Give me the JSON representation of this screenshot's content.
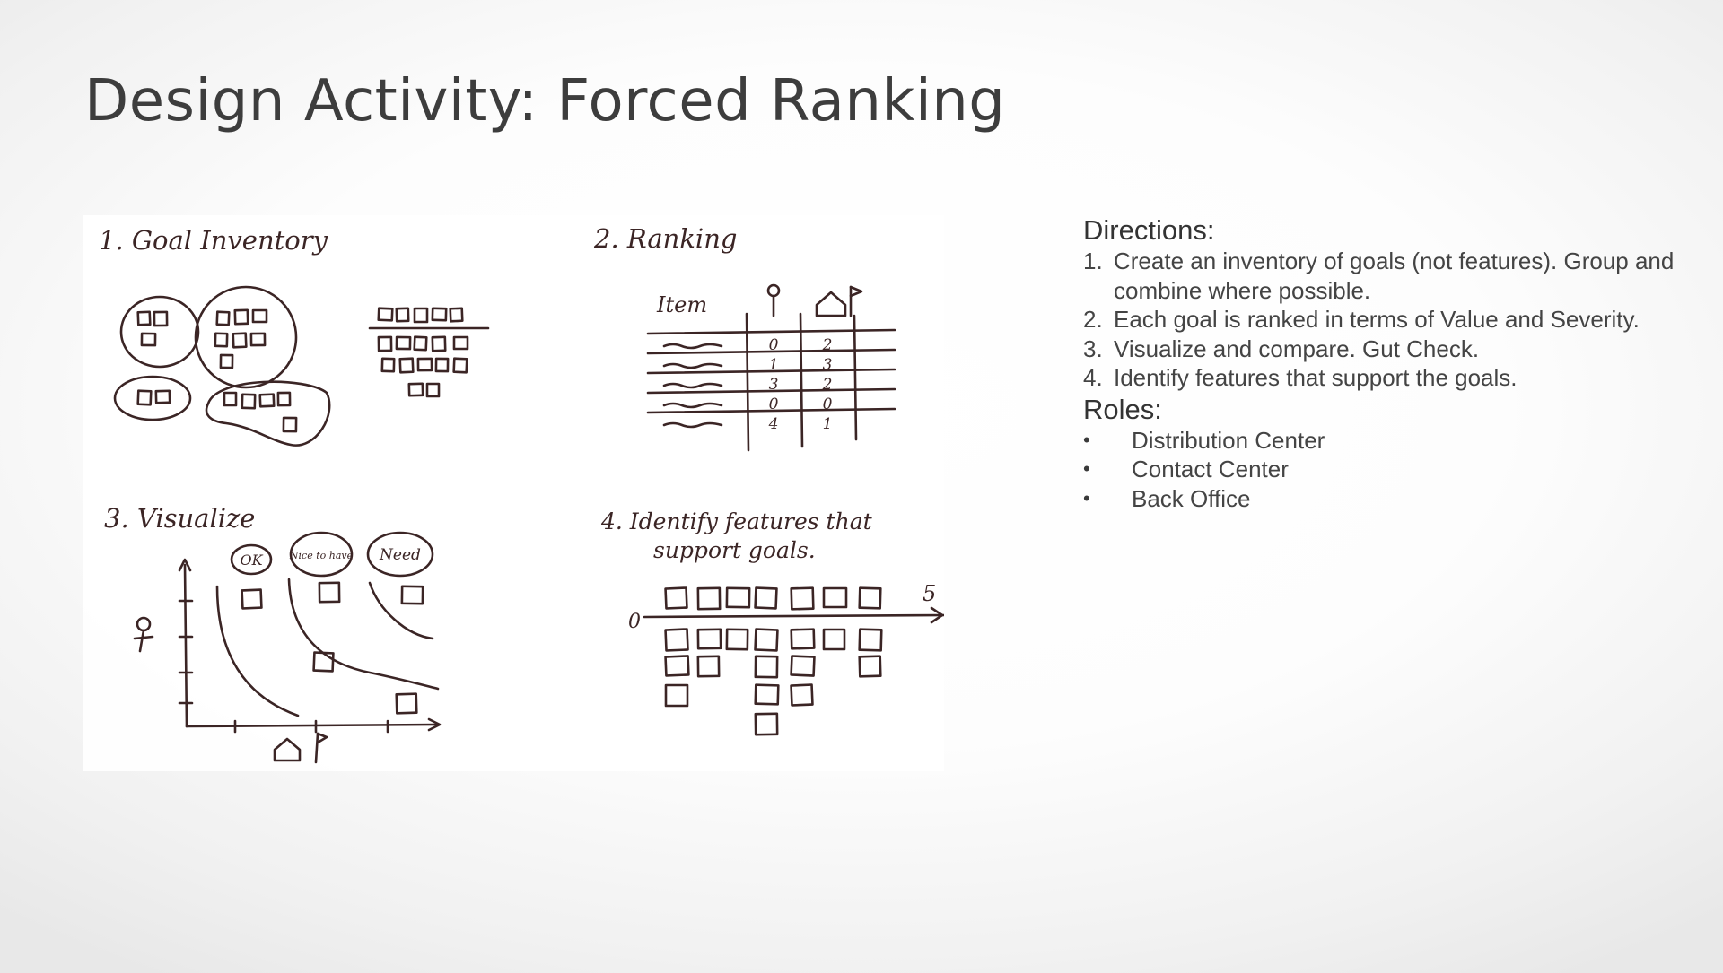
{
  "slide": {
    "title": "Design Activity: Forced Ranking"
  },
  "sketch": {
    "goal_inventory_label": "1. Goal Inventory",
    "ranking_label": "2. Ranking",
    "ranking_table": {
      "item_header": "Item",
      "col1_values": [
        "0",
        "1",
        "3",
        "0",
        "4"
      ],
      "col2_values": [
        "2",
        "3",
        "2",
        "0",
        "1"
      ]
    },
    "visualize_label": "3. Visualize",
    "zones": [
      "OK",
      "Nice to have",
      "Need"
    ],
    "features_label_line1": "4. Identify features that",
    "features_label_line2": "support goals.",
    "scale_min": "0",
    "scale_max": "5"
  },
  "directions": {
    "heading": "Directions:",
    "items": [
      {
        "num": "1.",
        "text": "Create an inventory of goals (not features). Group and combine where possible."
      },
      {
        "num": "2.",
        "text": "Each goal is ranked in terms of Value and Severity."
      },
      {
        "num": "3.",
        "text": "Visualize and compare. Gut Check."
      },
      {
        "num": "4.",
        "text": "Identify features that support the goals."
      }
    ]
  },
  "roles": {
    "heading": "Roles:",
    "bullet": "•",
    "items": [
      "Distribution Center",
      "Contact Center",
      "Back Office"
    ]
  }
}
